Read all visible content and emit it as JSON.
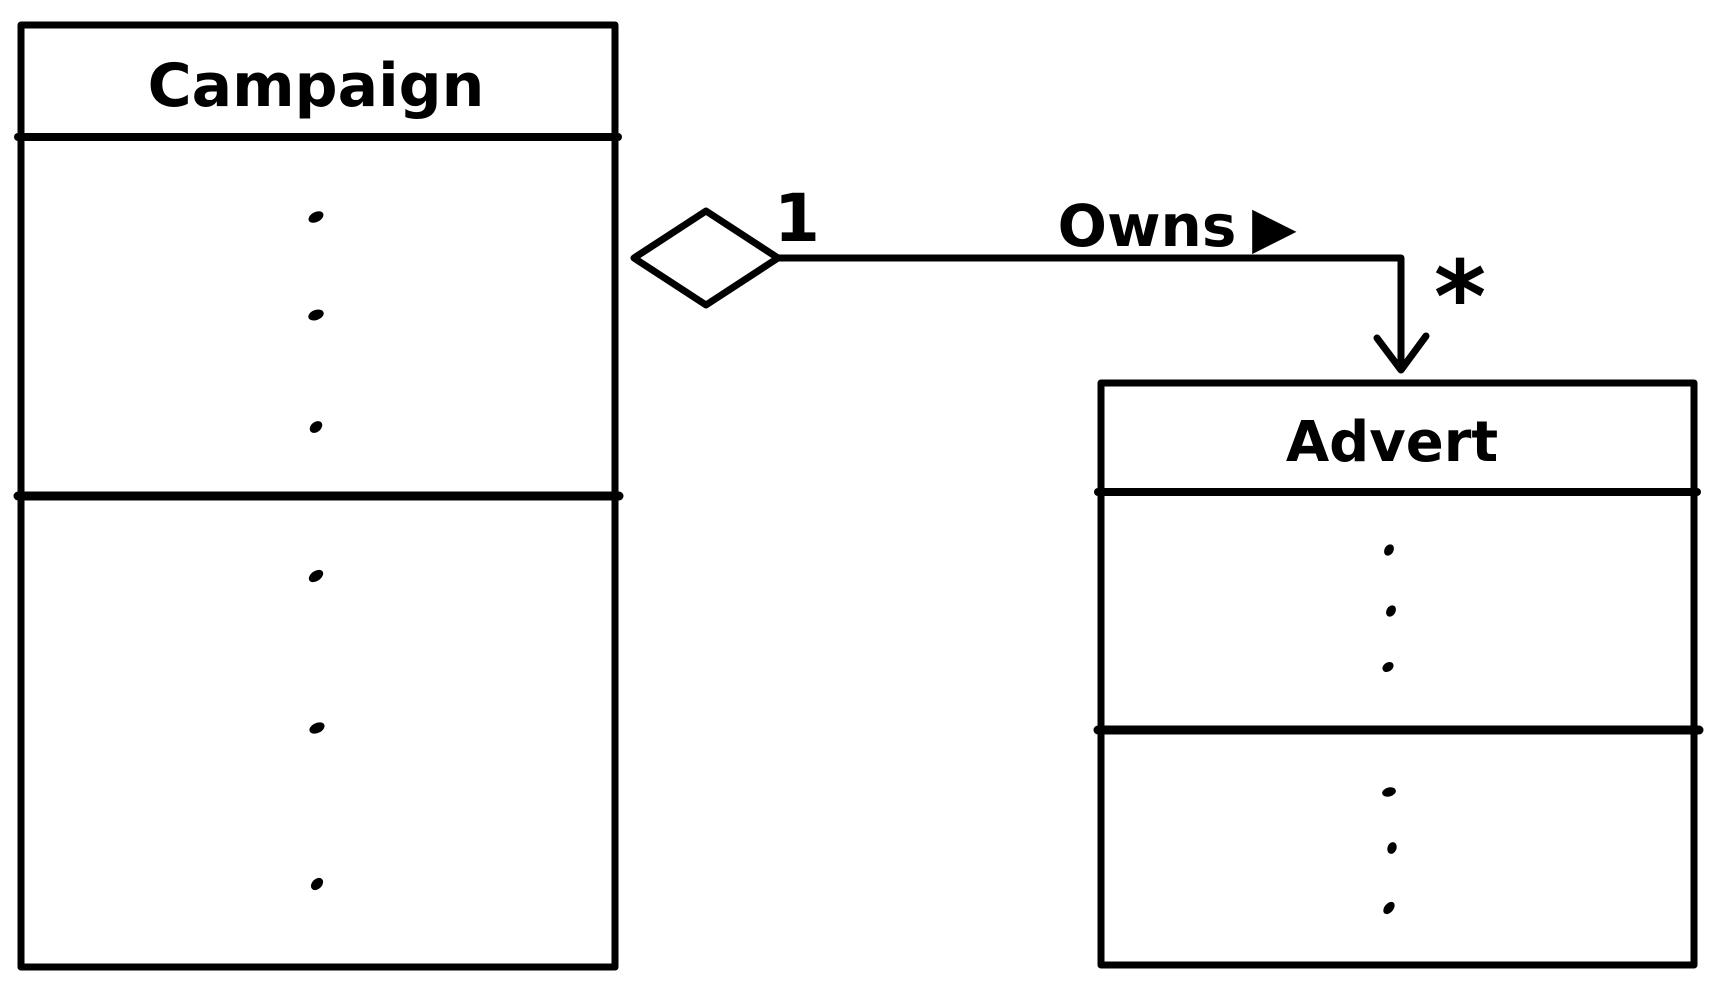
{
  "diagram": {
    "classes": [
      {
        "name": "Campaign",
        "attribute_placeholder_dots": 3,
        "method_placeholder_dots": 3
      },
      {
        "name": "Advert",
        "attribute_placeholder_dots": 3,
        "method_placeholder_dots": 3
      }
    ],
    "relationship": {
      "type": "aggregation",
      "from": "Campaign",
      "to": "Advert",
      "label": "Owns",
      "reading_direction_indicator": "▶",
      "from_multiplicity": "1",
      "to_multiplicity": "*"
    },
    "colors": {
      "ink": "#000000",
      "background": "#ffffff"
    }
  }
}
